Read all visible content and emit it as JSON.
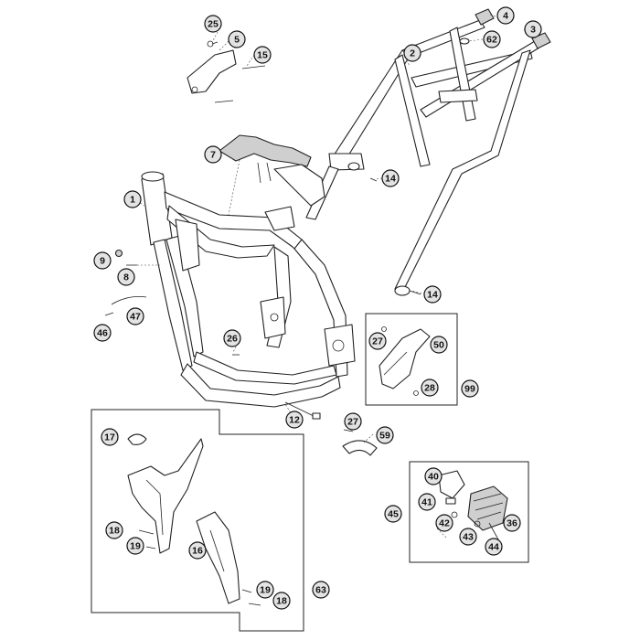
{
  "colors": {
    "background": "#ffffff",
    "line": "#222222",
    "callout_fill": "#e3e3e3"
  },
  "callouts": [
    {
      "id": "c25",
      "label": "25"
    },
    {
      "id": "c5",
      "label": "5"
    },
    {
      "id": "c15",
      "label": "15"
    },
    {
      "id": "c4",
      "label": "4"
    },
    {
      "id": "c3",
      "label": "3"
    },
    {
      "id": "c2",
      "label": "2"
    },
    {
      "id": "c62",
      "label": "62"
    },
    {
      "id": "c7",
      "label": "7"
    },
    {
      "id": "c14a",
      "label": "14"
    },
    {
      "id": "c1",
      "label": "1"
    },
    {
      "id": "c9",
      "label": "9"
    },
    {
      "id": "c8",
      "label": "8"
    },
    {
      "id": "c47",
      "label": "47"
    },
    {
      "id": "c46",
      "label": "46"
    },
    {
      "id": "c14b",
      "label": "14"
    },
    {
      "id": "c26",
      "label": "26"
    },
    {
      "id": "c27a",
      "label": "27"
    },
    {
      "id": "c50",
      "label": "50"
    },
    {
      "id": "c28",
      "label": "28"
    },
    {
      "id": "c99",
      "label": "99"
    },
    {
      "id": "c12",
      "label": "12"
    },
    {
      "id": "c27b",
      "label": "27"
    },
    {
      "id": "c59",
      "label": "59"
    },
    {
      "id": "c17",
      "label": "17"
    },
    {
      "id": "c18a",
      "label": "18"
    },
    {
      "id": "c19a",
      "label": "19"
    },
    {
      "id": "c16",
      "label": "16"
    },
    {
      "id": "c19b",
      "label": "19"
    },
    {
      "id": "c18b",
      "label": "18"
    },
    {
      "id": "c63",
      "label": "63"
    },
    {
      "id": "c40",
      "label": "40"
    },
    {
      "id": "c41",
      "label": "41"
    },
    {
      "id": "c42",
      "label": "42"
    },
    {
      "id": "c43",
      "label": "43"
    },
    {
      "id": "c44",
      "label": "44"
    },
    {
      "id": "c36",
      "label": "36"
    },
    {
      "id": "c45",
      "label": "45"
    }
  ]
}
